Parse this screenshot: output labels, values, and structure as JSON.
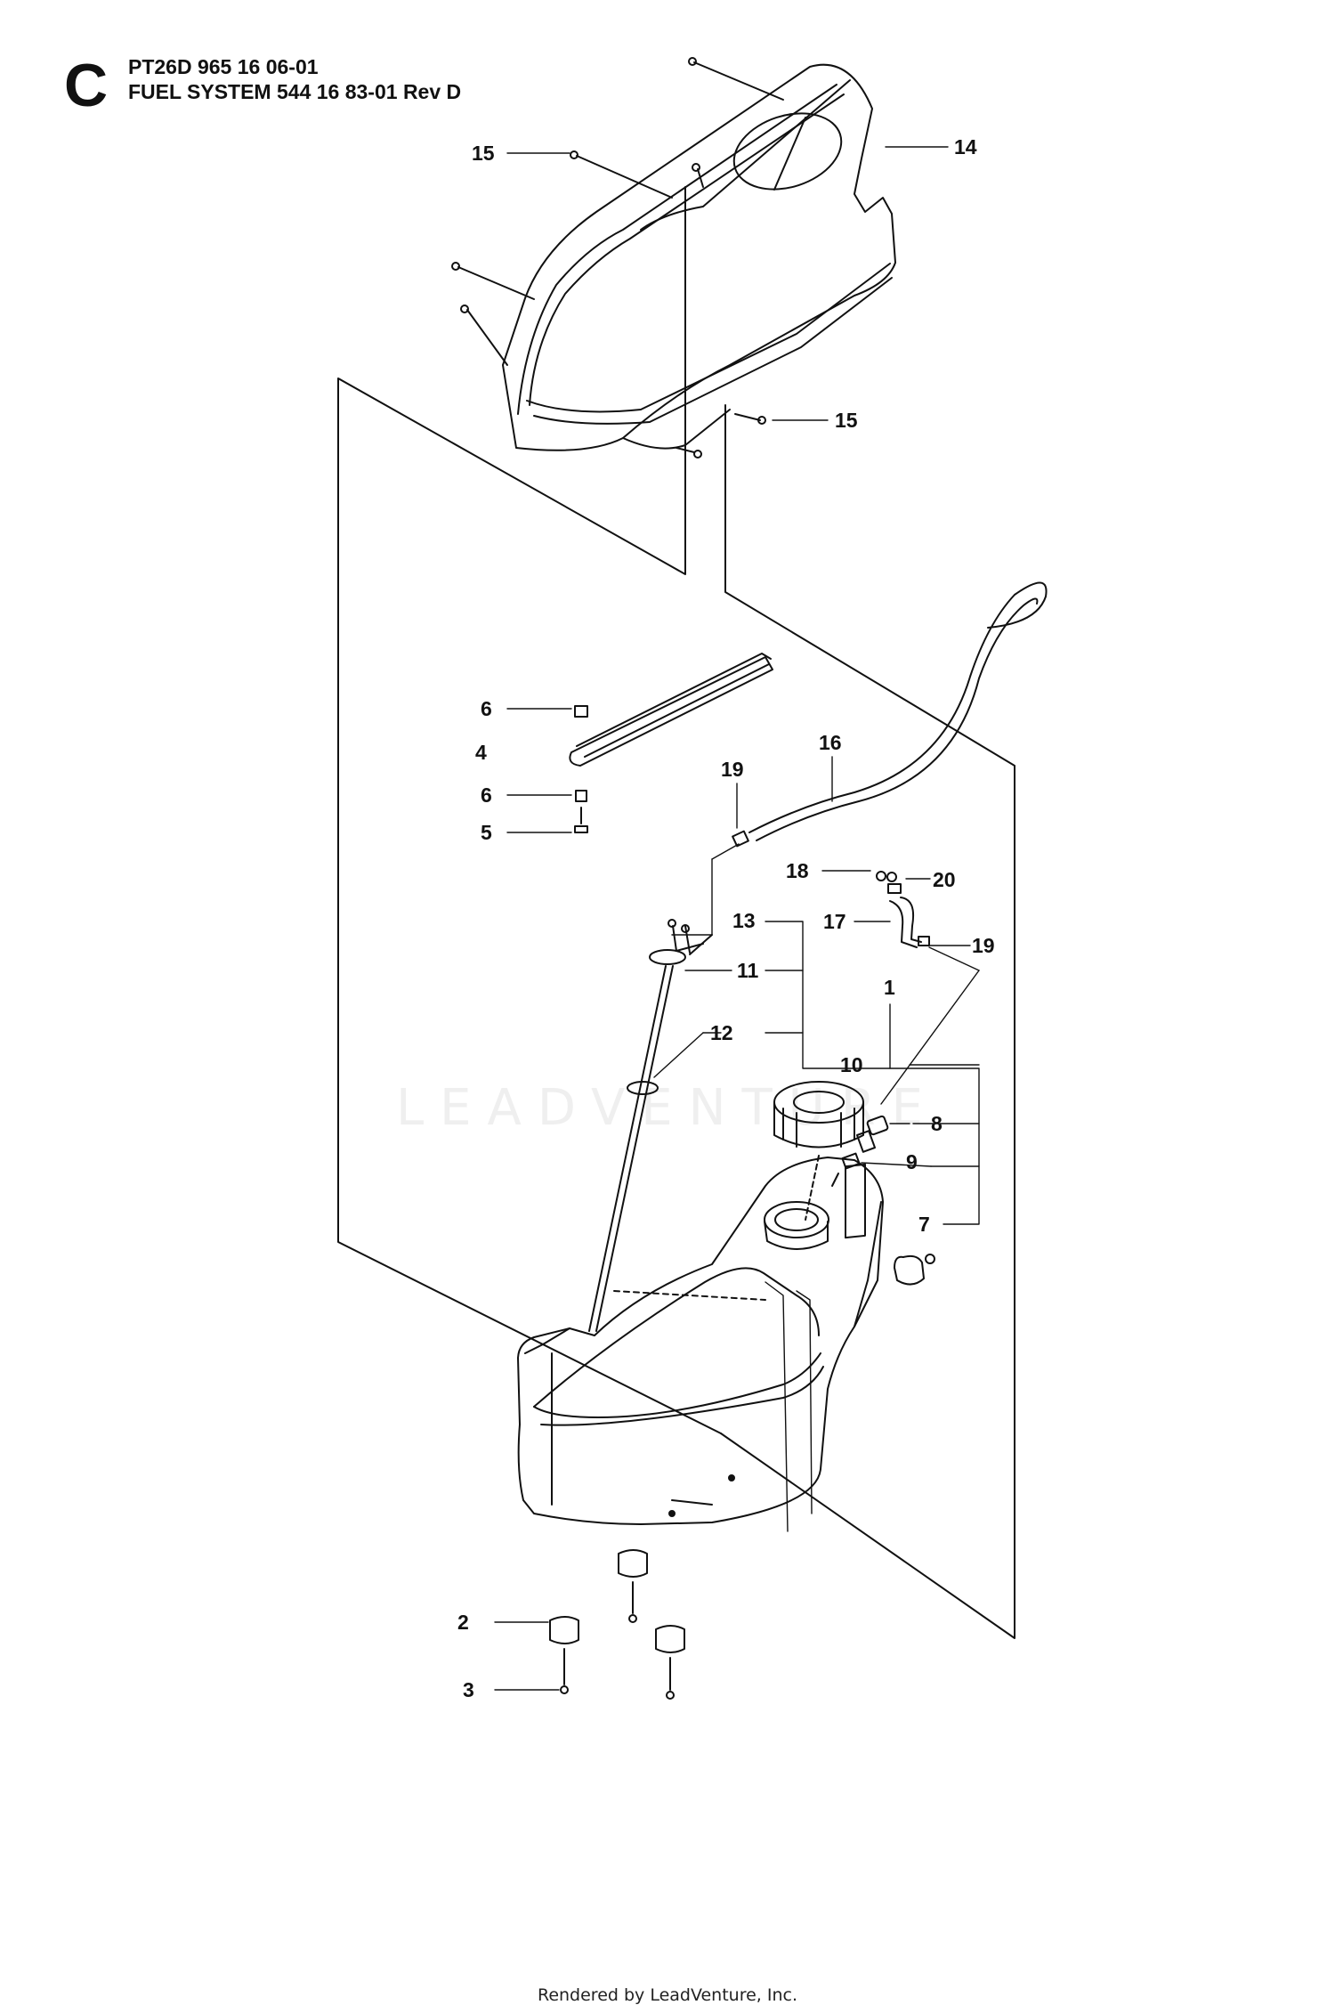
{
  "header": {
    "section_letter": "C",
    "model_line": "PT26D 965 16 06-01",
    "title_line": "FUEL SYSTEM 544 16 83-01 Rev D"
  },
  "callouts": [
    "15",
    "14",
    "15",
    "6",
    "4",
    "6",
    "5",
    "16",
    "19",
    "18",
    "20",
    "13",
    "17",
    "19",
    "11",
    "1",
    "12",
    "10",
    "8",
    "9",
    "7",
    "2",
    "3"
  ],
  "watermark": "LEADVENTURE",
  "footer": "Rendered by LeadVenture, Inc."
}
